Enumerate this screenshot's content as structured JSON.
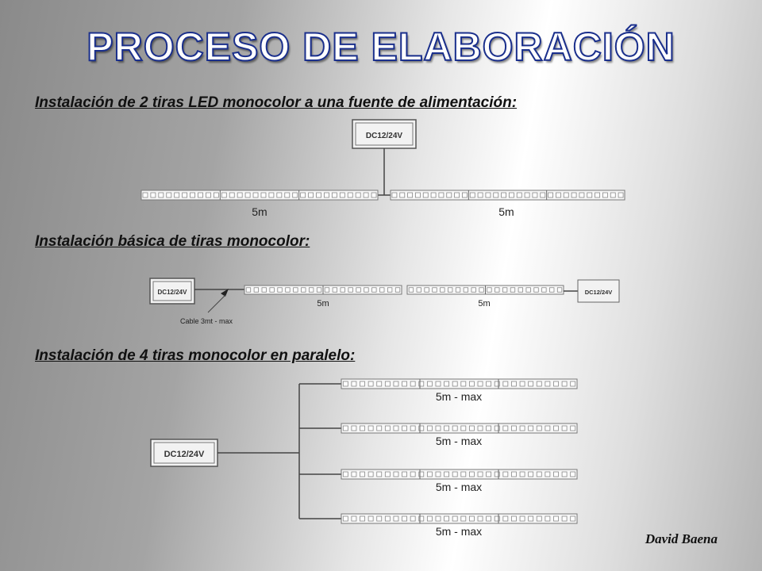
{
  "title": "PROCESO DE ELABORACIÓN",
  "sections": [
    {
      "heading": "Instalación de 2 tiras LED monocolor a una fuente de alimentación:",
      "power_supply": "DC12/24V",
      "strip_labels": [
        "5m",
        "5m"
      ]
    },
    {
      "heading": "Instalación básica de tiras monocolor:",
      "power_supply_left": "DC12/24V",
      "power_supply_right": "DC12/24V",
      "strip_labels": [
        "5m",
        "5m"
      ],
      "cable_label": "Cable 3mt - max"
    },
    {
      "heading": "Instalación de 4 tiras monocolor en paralelo:",
      "power_supply": "DC12/24V",
      "strip_labels": [
        "5m - max",
        "5m - max",
        "5m - max",
        "5m - max"
      ]
    }
  ],
  "signature": "David Baena"
}
